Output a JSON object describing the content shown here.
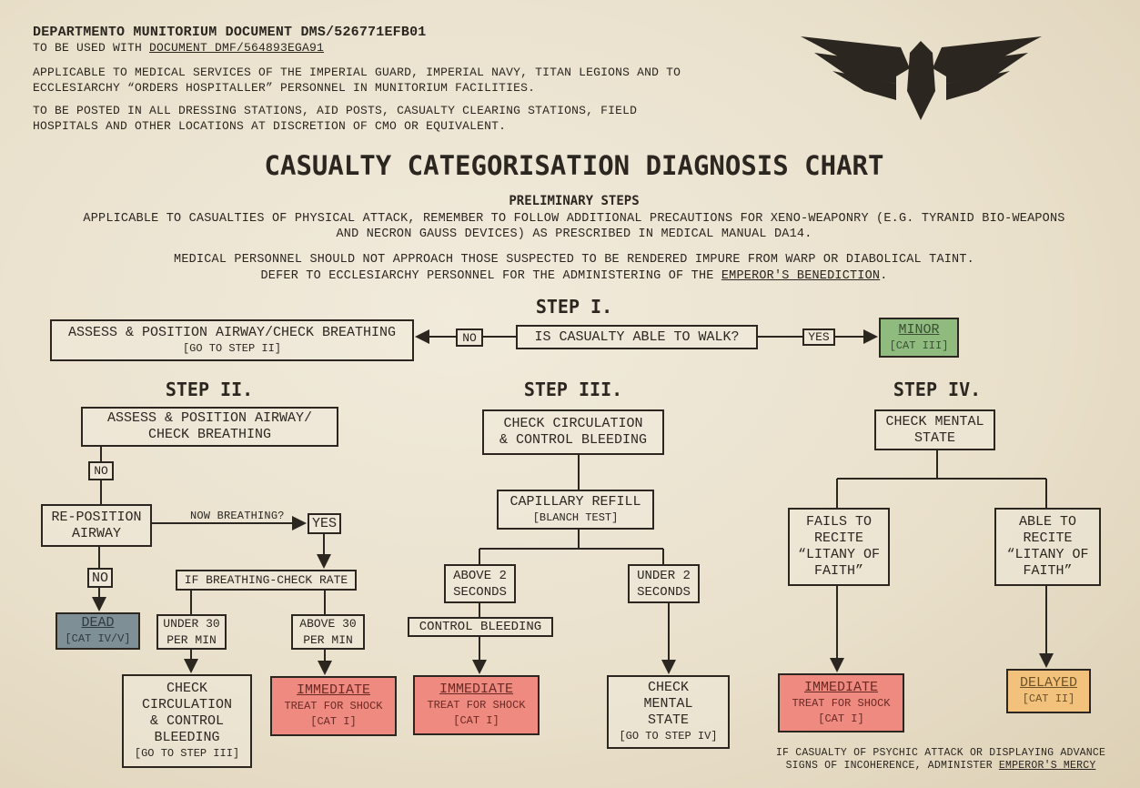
{
  "header": {
    "doc_id": "DEPARTMENTO MUNITORIUM DOCUMENT DMS/526771EFB01",
    "use_with_prefix": "TO BE USED WITH ",
    "use_with_doc": "DOCUMENT DMF/564893EGA91",
    "applicable_1": "APPLICABLE TO MEDICAL SERVICES OF THE IMPERIAL GUARD, IMPERIAL NAVY, TITAN LEGIONS AND TO",
    "applicable_2": "ECCLESIARCHY “ORDERS HOSPITALLER” PERSONNEL IN MUNITORIUM FACILITIES.",
    "posted_1": "TO BE POSTED IN ALL DRESSING STATIONS, AID POSTS, CASUALTY CLEARING STATIONS, FIELD",
    "posted_2": "HOSPITALS AND OTHER LOCATIONS AT DISCRETION OF CMO OR EQUIVALENT."
  },
  "title": "CASUALTY CATEGORISATION DIAGNOSIS CHART",
  "preliminary": {
    "heading": "PRELIMINARY STEPS",
    "line1": "APPLICABLE TO CASUALTIES OF PHYSICAL ATTACK, REMEMBER TO FOLLOW ADDITIONAL PRECAUTIONS FOR XENO-WEAPONRY (E.G. TYRANID BIO-WEAPONS",
    "line2": "AND NECRON GAUSS DEVICES) AS PRESCRIBED IN MEDICAL MANUAL DA14.",
    "line3": "MEDICAL PERSONNEL SHOULD NOT APPROACH THOSE SUSPECTED TO BE RENDERED IMPURE FROM WARP OR DIABOLICAL TAINT.",
    "line4_prefix": "DEFER TO ECCLESIARCHY PERSONNEL FOR THE ADMINISTERING OF THE ",
    "line4_link": "EMPEROR'S BENEDICTION",
    "line4_suffix": "."
  },
  "step1": {
    "title": "STEP I.",
    "assess": "ASSESS & POSITION AIRWAY/CHECK BREATHING",
    "assess_sub": "[GO TO STEP II]",
    "no": "NO",
    "question": "IS CASUALTY ABLE TO WALK?",
    "yes": "YES",
    "minor": "MINOR",
    "minor_cat": "[CAT III]"
  },
  "step2": {
    "title": "STEP II.",
    "assess_1": "ASSESS & POSITION AIRWAY/",
    "assess_2": "CHECK BREATHING",
    "no1": "NO",
    "reposition_1": "RE-POSITION",
    "reposition_2": "AIRWAY",
    "now_breathing": "NOW BREATHING?",
    "yes": "YES",
    "no2": "NO",
    "check_rate": "IF BREATHING-CHECK RATE",
    "dead": "DEAD",
    "dead_cat": "[CAT IV/V]",
    "under30_1": "UNDER 30",
    "under30_2": "PER MIN",
    "above30_1": "ABOVE 30",
    "above30_2": "PER MIN",
    "check_circ_1": "CHECK",
    "check_circ_2": "CIRCULATION",
    "check_circ_3": "& CONTROL",
    "check_circ_4": "BLEEDING",
    "check_circ_sub": "[GO TO STEP III]",
    "immediate": "IMMEDIATE",
    "immediate_sub": "TREAT FOR SHOCK",
    "immediate_cat": "[CAT I]"
  },
  "step3": {
    "title": "STEP III.",
    "check_1": "CHECK CIRCULATION",
    "check_2": "& CONTROL BLEEDING",
    "capillary": "CAPILLARY REFILL",
    "capillary_sub": "[BLANCH TEST]",
    "above2_1": "ABOVE 2",
    "above2_2": "SECONDS",
    "under2_1": "UNDER 2",
    "under2_2": "SECONDS",
    "control": "CONTROL BLEEDING",
    "immediate": "IMMEDIATE",
    "immediate_sub": "TREAT FOR SHOCK",
    "immediate_cat": "[CAT I]",
    "mental_1": "CHECK",
    "mental_2": "MENTAL",
    "mental_3": "STATE",
    "mental_sub": "[GO TO STEP IV]"
  },
  "step4": {
    "title": "STEP IV.",
    "check_1": "CHECK MENTAL",
    "check_2": "STATE",
    "fails_1": "FAILS TO",
    "fails_2": "RECITE",
    "fails_3": "“LITANY OF",
    "fails_4": "FAITH”",
    "able_1": "ABLE TO",
    "able_2": "RECITE",
    "able_3": "“LITANY OF",
    "able_4": "FAITH”",
    "immediate": "IMMEDIATE",
    "immediate_sub": "TREAT FOR SHOCK",
    "immediate_cat": "[CAT I]",
    "delayed": "DELAYED",
    "delayed_cat": "[CAT II]"
  },
  "footnote": {
    "line1": "IF CASUALTY OF PSYCHIC ATTACK OR DISPLAYING ADVANCE",
    "line2_prefix": "SIGNS OF INCOHERENCE, ADMINISTER ",
    "line2_link": "EMPEROR'S MERCY"
  },
  "colors": {
    "minor": "#8fbb7e",
    "dead": "#7e8f96",
    "immediate": "#ee8a80",
    "delayed": "#f2c27c",
    "ink": "#2b2620"
  }
}
